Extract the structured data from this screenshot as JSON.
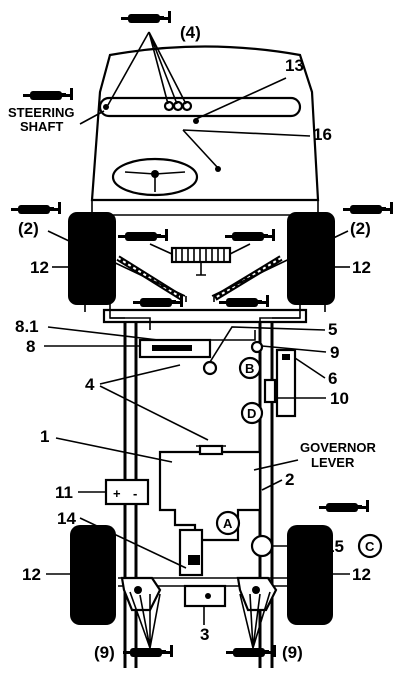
{
  "labels": {
    "n4_top": "(4)",
    "n13": "13",
    "n16": "16",
    "steering_line1": "STEERING",
    "steering_line2": "SHAFT",
    "n2_left": "(2)",
    "n2_right": "(2)",
    "n12_left_top": "12",
    "n12_right_top": "12",
    "n8_1": "8.1",
    "n8": "8",
    "n5": "5",
    "n9": "9",
    "n6": "6",
    "n4_mid": "4",
    "n10": "10",
    "n1": "1",
    "governor_line1": "GOVERNOR",
    "governor_line2": "LEVER",
    "n2_mid": "2",
    "n11": "11",
    "n14": "14",
    "n15": "15",
    "n12_left_bot": "12",
    "n12_right_bot": "12",
    "n9_left_bot": "(9)",
    "n9_right_bot": "(9)",
    "n3": "3",
    "circle_a": "A",
    "circle_b": "B",
    "circle_c": "C",
    "circle_d": "D",
    "battery_plus": "+",
    "battery_minus": "-"
  },
  "icons": [
    "grease-gun-icon",
    "steering-wheel-icon",
    "battery-icon",
    "wheel-icon"
  ]
}
